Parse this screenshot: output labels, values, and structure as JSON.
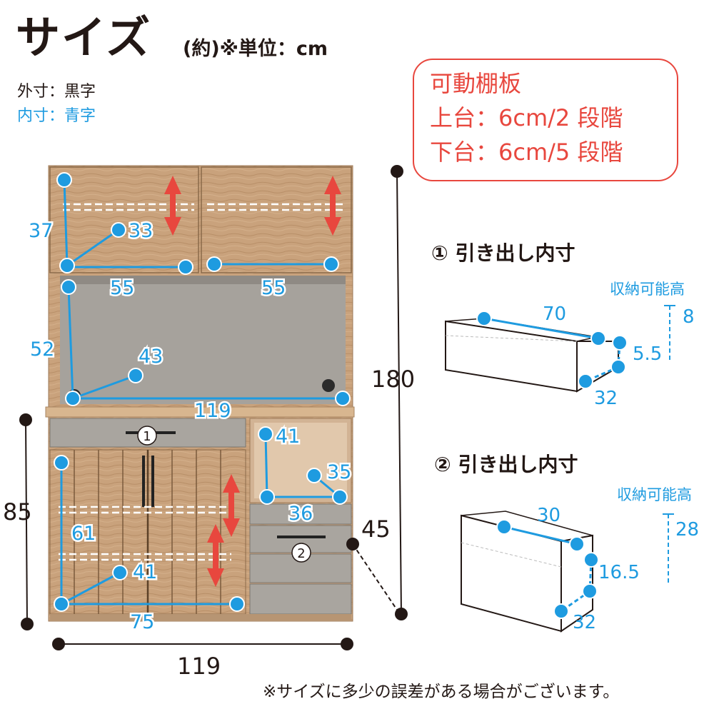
{
  "header": {
    "title": "サイズ",
    "unit_note": "(約)※単位：cm"
  },
  "legend": {
    "outer": "外寸：黒字",
    "inner": "内寸：青字"
  },
  "shelf_note": {
    "line1": "可動棚板",
    "line2": "上台：6cm/2 段階",
    "line3": "下台：6cm/5 段階"
  },
  "outer_dims": {
    "total_height": "180",
    "lower_height": "85",
    "width": "119",
    "depth": "45"
  },
  "inner_dims": {
    "upper_left_height": "37",
    "upper_left_depth": "33",
    "upper_left_width": "55",
    "upper_right_width": "55",
    "middle_height": "52",
    "middle_depth": "43",
    "middle_width": "119",
    "niche_height": "41",
    "niche_depth": "35",
    "niche_width": "36",
    "lower_height": "61",
    "lower_depth": "41",
    "lower_width": "75"
  },
  "drawer_markers": {
    "d1": "1",
    "d2": "2"
  },
  "drawer1": {
    "title": "① 引き出し内寸",
    "width": "70",
    "height": "5.5",
    "depth": "32",
    "capacity_label": "収納可能高",
    "capacity": "8"
  },
  "drawer2": {
    "title": "② 引き出し内寸",
    "width": "30",
    "height": "16.5",
    "depth": "32",
    "capacity_label": "収納可能高",
    "capacity": "28"
  },
  "footer": "※サイズに多少の誤差がある場合がございます。",
  "colors": {
    "inner_blue": "#1e9be0",
    "outer_black": "#231815",
    "accent_red": "#e8473e",
    "wood": "#c9a27c",
    "gray_panel": "#a6a29c"
  }
}
